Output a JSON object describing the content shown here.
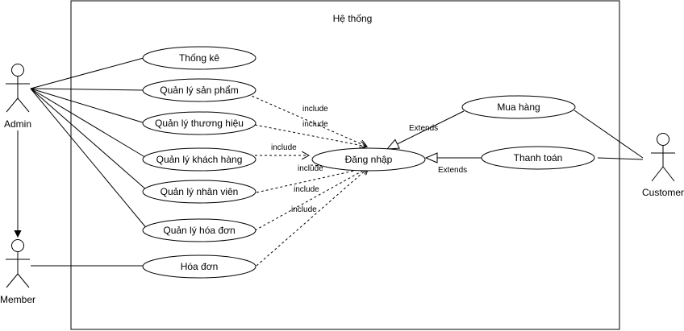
{
  "system": {
    "title": "Hệ thống"
  },
  "actors": {
    "admin": "Admin",
    "member": "Member",
    "customer": "Customer"
  },
  "use_cases": {
    "thong_ke": "Thống kê",
    "ql_san_pham": "Quản lý sản phẩm",
    "ql_thuong_hieu": "Quản lý thương hiệu",
    "ql_khach_hang": "Quản lý khách hàng",
    "ql_nhan_vien": "Quản lý nhân viên",
    "ql_hoa_don": "Quản lý hóa đơn",
    "hoa_don": "Hóa đơn",
    "dang_nhap": "Đăng nhập",
    "mua_hang": "Mua hàng",
    "thanh_toan": "Thanh toán"
  },
  "relations": {
    "include": "include",
    "extends": "Extends"
  }
}
